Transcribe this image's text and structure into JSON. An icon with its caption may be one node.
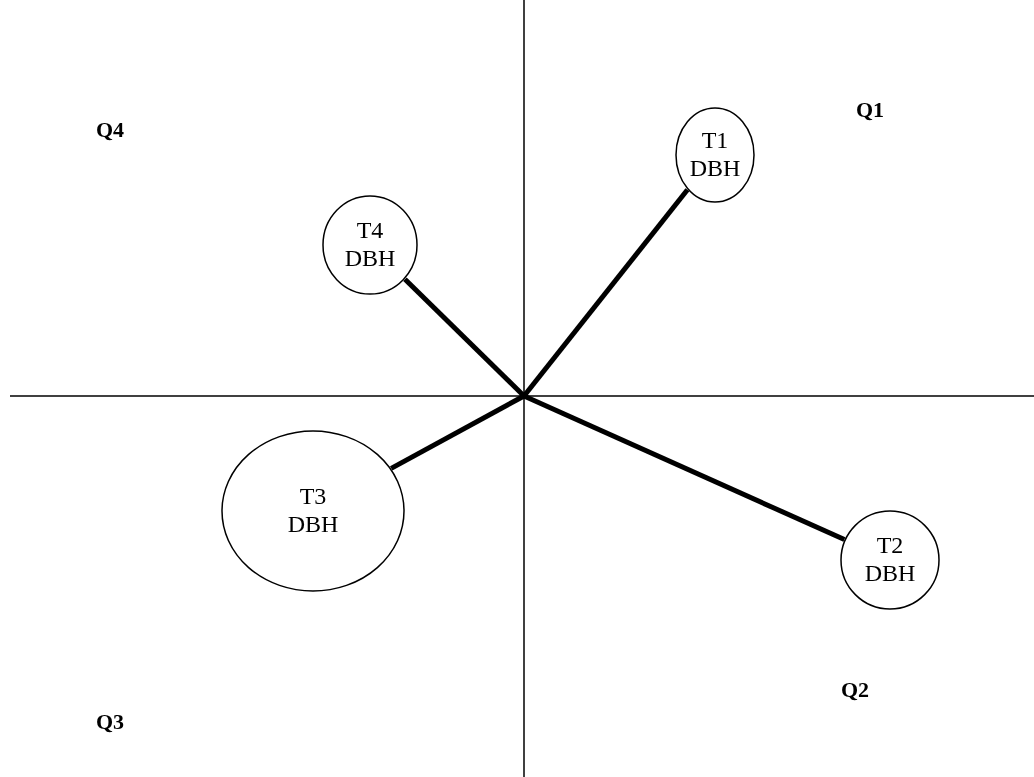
{
  "diagram": {
    "nodes": [
      {
        "text": [
          "T1 DBH"
        ]
      },
      {
        "text": [
          "T4 DBH"
        ]
      },
      {
        "text": [
          "T3 DBH"
        ]
      },
      {
        "text": [
          "T2 DBH"
        ]
      }
    ],
    "edges": [
      {
        "from": 0,
        "to": null,
        "arrow": "none"
      },
      {
        "from": 1,
        "to": null,
        "arrow": "none"
      },
      {
        "from": 2,
        "to": null,
        "arrow": "none"
      },
      {
        "from": 3,
        "to": null,
        "arrow": "none"
      }
    ],
    "labels": [
      "Q1",
      "Q4",
      "Q2",
      "Q3"
    ]
  }
}
